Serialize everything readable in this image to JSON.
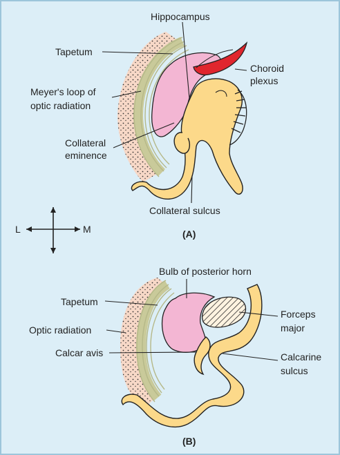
{
  "colors": {
    "background": "#dceef7",
    "border": "#9cc5da",
    "hippocampus_yellow": "#fcd98a",
    "ventricle_pink": "#f3b6d3",
    "choroid_red": "#e0262e",
    "fiber_green": "#c9ca9a",
    "stipple_peach": "#f7d8c7"
  },
  "panel_a": {
    "tag": "(A)",
    "labels": {
      "hippocampus": "Hippocampus",
      "tapetum": "Tapetum",
      "choroid_line1": "Choroid",
      "choroid_line2": "plexus",
      "meyer_line1": "Meyer's loop of",
      "meyer_line2": "optic radiation",
      "collateral_line1": "Collateral",
      "collateral_line2": "eminence",
      "collateral_sulcus": "Collateral sulcus"
    }
  },
  "orientation": {
    "left": "L",
    "right": "M"
  },
  "panel_b": {
    "tag": "(B)",
    "labels": {
      "bulb": "Bulb of posterior horn",
      "tapetum": "Tapetum",
      "forceps_line1": "Forceps",
      "forceps_line2": "major",
      "optic_radiation": "Optic radiation",
      "calcar_avis": "Calcar avis",
      "calcarine_line1": "Calcarine",
      "calcarine_line2": "sulcus"
    }
  }
}
